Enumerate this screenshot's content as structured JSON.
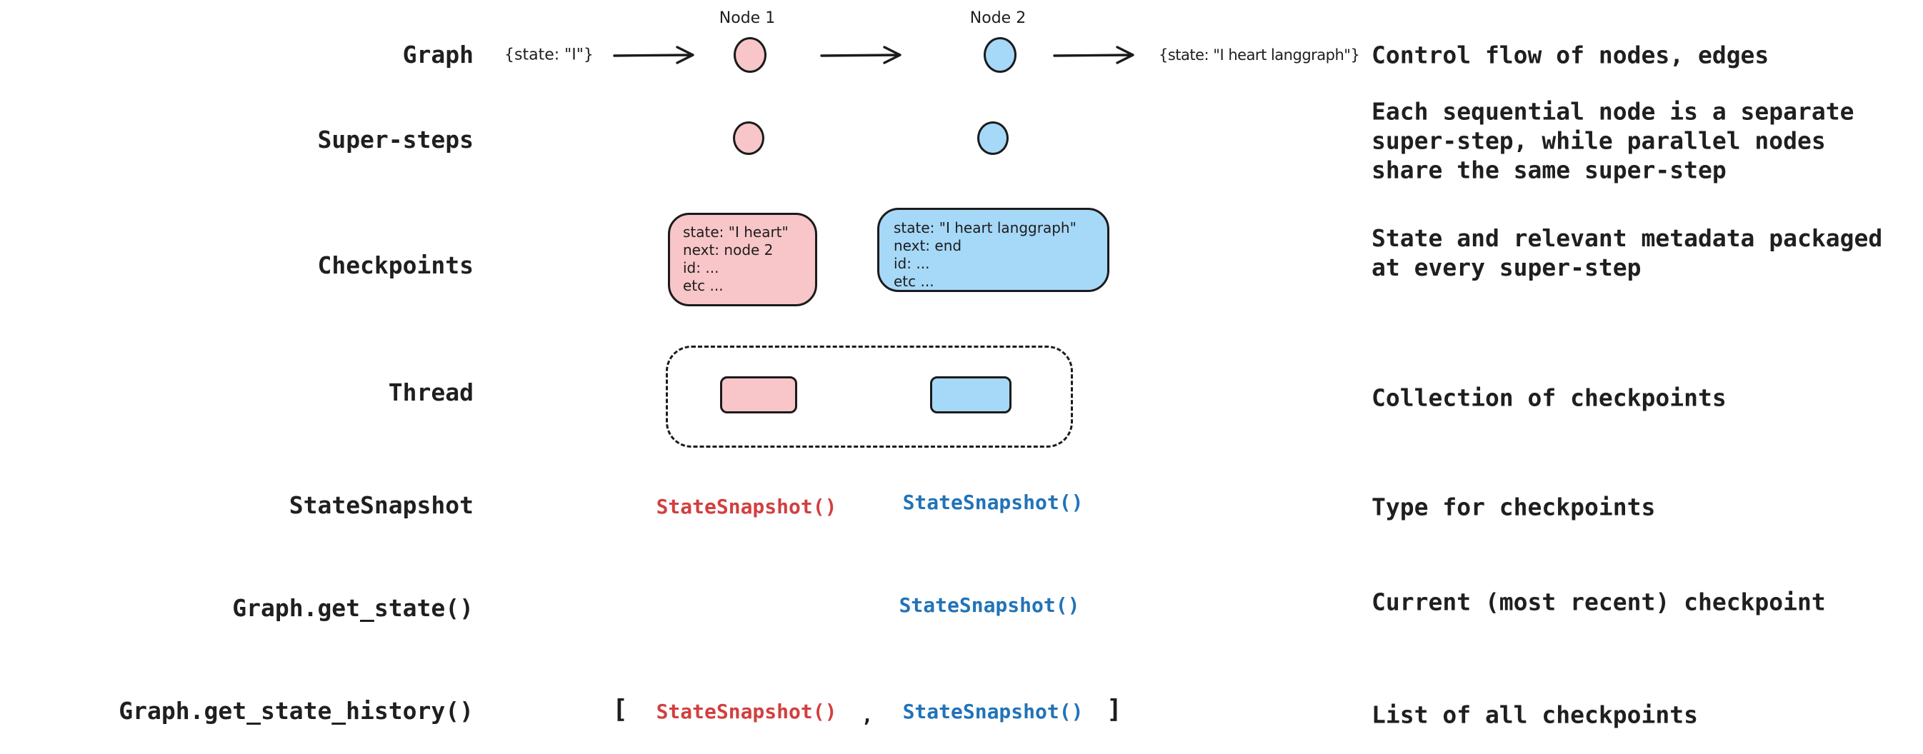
{
  "colors": {
    "pink_fill": "#f8c6c8",
    "blue_fill": "#a6d8f8",
    "ink": "#1b1b1b",
    "red_code": "#d23f3f",
    "blue_code": "#2173b8"
  },
  "rows": [
    {
      "label": "Graph",
      "description": "Control flow of nodes, edges"
    },
    {
      "label": "Super-steps",
      "description": "Each sequential node is a separate\nsuper-step, while parallel nodes\nshare the same super-step"
    },
    {
      "label": "Checkpoints",
      "description": "State and relevant metadata packaged\nat every super-step"
    },
    {
      "label": "Thread",
      "description": "Collection of checkpoints"
    },
    {
      "label": "StateSnapshot",
      "description": "Type for checkpoints"
    },
    {
      "label": "Graph.get_state()",
      "description": "Current (most recent) checkpoint"
    },
    {
      "label": "Graph.get_state_history()",
      "description": "List of all checkpoints"
    }
  ],
  "graph_flow": {
    "input_state": "{state: \"I\"}",
    "node1_label": "Node 1",
    "node2_label": "Node 2",
    "output_state": "{state: \"I heart langgraph\"}"
  },
  "checkpoints": {
    "pink_box": {
      "lines": [
        "state: \"I heart\"",
        "next: node 2",
        "id: ...",
        "etc ..."
      ]
    },
    "blue_box": {
      "lines": [
        "state: \"I heart langgraph\"",
        "next: end",
        "id: ...",
        "etc ..."
      ]
    }
  },
  "state_snapshot_row": {
    "red": "StateSnapshot()",
    "blue": "StateSnapshot()"
  },
  "get_state_row": {
    "blue": "StateSnapshot()"
  },
  "history_row": {
    "open_bracket": "[",
    "red": "StateSnapshot()",
    "comma": ",",
    "blue": "StateSnapshot()",
    "close_bracket": "]"
  }
}
